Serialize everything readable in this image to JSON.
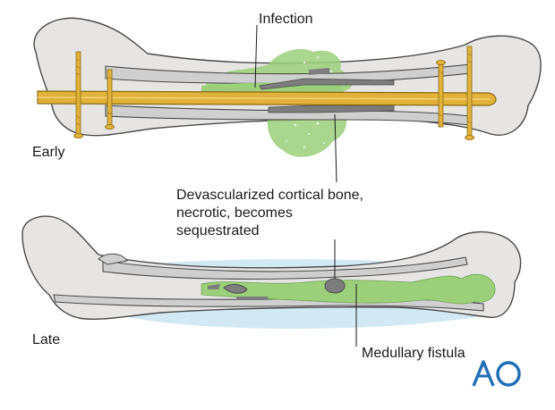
{
  "labels": {
    "infection": "Infection",
    "early": "Early",
    "devascularized_line1": "Devascularized cortical bone,",
    "devascularized_line2": "necrotic, becomes",
    "devascularized_line3": "sequestrated",
    "late": "Late",
    "medullary_fistula": "Medullary fistula"
  },
  "logo": {
    "text": "AO",
    "color": "#1f6fb5"
  },
  "colors": {
    "bone_fill": "#e6e5e4",
    "bone_outline": "#4a4a4a",
    "cortex_fill": "#cfcfcf",
    "nail_fill": "#e0b23a",
    "nail_outline": "#8a6a14",
    "infection_green": "#9ccf7a",
    "necrotic_grey": "#7d7d7d",
    "soft_tissue_blue": "#cde7f3"
  }
}
